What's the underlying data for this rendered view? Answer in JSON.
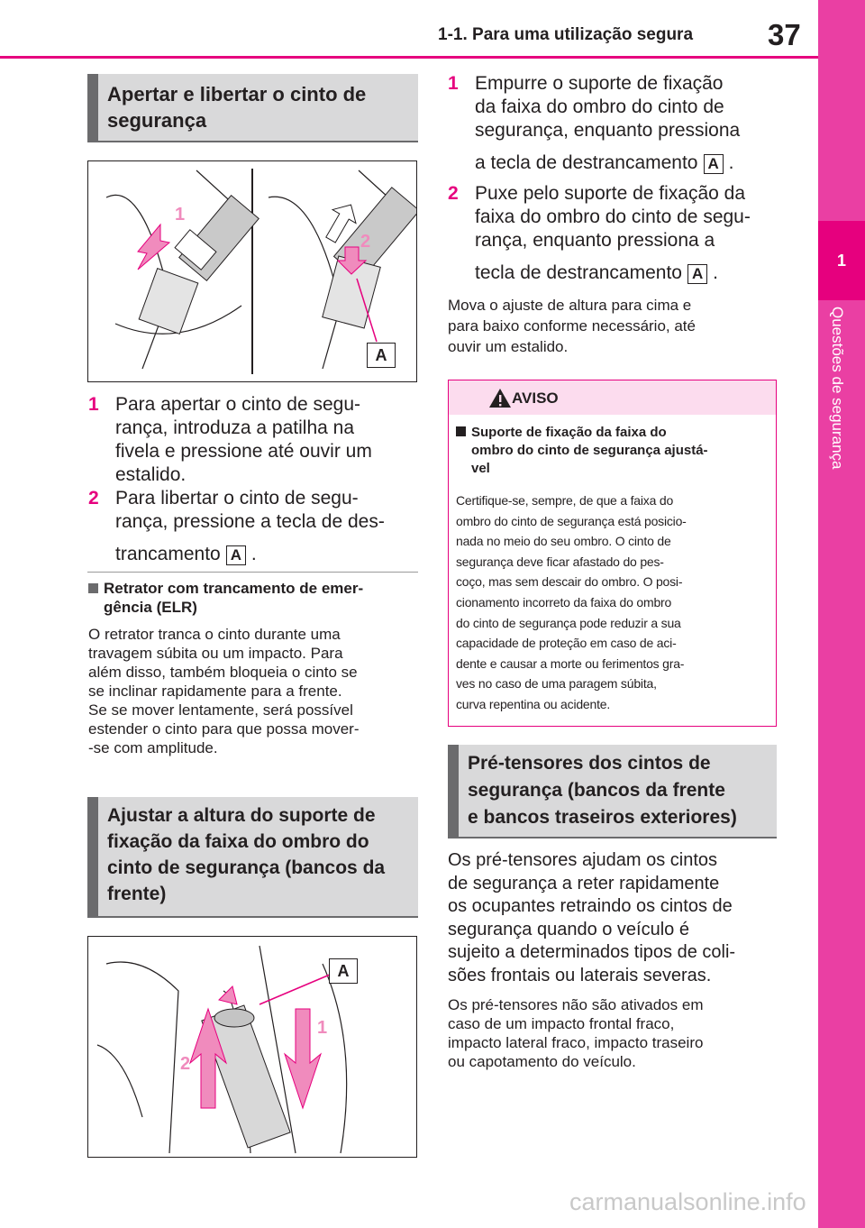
{
  "header": {
    "section_title": "1-1. Para uma utilização segura",
    "page_number": "37"
  },
  "side_tab": {
    "chapter_number": "1",
    "chapter_title": "Questões de segurança",
    "color": "#ea3fa3"
  },
  "left": {
    "section1": {
      "title_line1": "Apertar e libertar o cinto de",
      "title_line2": "segurança",
      "figure": {
        "callout_1": "1",
        "callout_2": "2",
        "callout_A": "A"
      },
      "steps": [
        {
          "num": "1",
          "lines": [
            "Para apertar o cinto de segu-",
            "rança, introduza a patilha na",
            "fivela e pressione até ouvir um",
            "estalido."
          ]
        },
        {
          "num": "2",
          "lines": [
            "Para libertar o cinto de segu-",
            "rança, pressione a tecla de des-",
            "trancamento"
          ],
          "key": "A",
          "end": "."
        }
      ],
      "subsection": {
        "title_line1": "Retrator com trancamento de emer-",
        "title_line2": "gência (ELR)",
        "body": [
          "O retrator tranca o cinto durante uma",
          "travagem súbita ou um impacto. Para",
          "além disso, também bloqueia o cinto se",
          "se inclinar rapidamente para a frente.",
          "Se se mover lentamente, será possível",
          "estender o cinto para que possa mover-",
          "-se com amplitude."
        ]
      }
    },
    "section2": {
      "title_lines": [
        "Ajustar a altura do suporte de",
        "fixação da faixa do ombro do",
        "cinto de segurança (bancos da",
        "frente)"
      ],
      "figure": {
        "callout_1": "1",
        "callout_2": "2",
        "callout_A": "A"
      }
    }
  },
  "right": {
    "steps": [
      {
        "num": "1",
        "lines": [
          "Empurre o suporte de fixação",
          "da faixa do ombro do cinto de",
          "segurança, enquanto pressiona",
          "a tecla de destrancamento"
        ],
        "key": "A",
        "end": "."
      },
      {
        "num": "2",
        "lines": [
          "Puxe pelo suporte de fixação da",
          "faixa do ombro do cinto de segu-",
          "rança, enquanto pressiona a",
          "tecla de destrancamento"
        ],
        "key": "A",
        "end": "."
      }
    ],
    "note": [
      "Mova o ajuste de altura para cima e",
      "para baixo conforme necessário, até",
      "ouvir um estalido."
    ],
    "warning": {
      "title": "AVISO",
      "subtitle_lines": [
        "Suporte de fixação da faixa do",
        "ombro do cinto de segurança ajustá-",
        "vel"
      ],
      "body": [
        "Certifique-se, sempre, de que a faixa do",
        "ombro do cinto de segurança está posicio-",
        "nada no meio do seu ombro. O cinto de",
        "segurança deve ficar afastado do pes-",
        "coço, mas sem descair do ombro. O posi-",
        "cionamento incorreto da faixa do ombro",
        "do cinto de segurança pode reduzir a sua",
        "capacidade de proteção em caso de aci-",
        "dente e causar a morte ou ferimentos gra-",
        "ves no caso de uma paragem súbita,",
        "curva repentina ou acidente."
      ]
    },
    "section3": {
      "title_lines": [
        "Pré-tensores dos cintos de",
        "segurança (bancos da frente",
        "e bancos traseiros exteriores)"
      ],
      "body_large": [
        "Os pré-tensores ajudam os cintos",
        "de segurança a reter rapidamente",
        "os ocupantes retraindo os cintos de",
        "segurança quando o veículo é",
        "sujeito a determinados tipos de coli-",
        "sões frontais ou laterais severas."
      ],
      "body_small": [
        "Os pré-tensores não são ativados em",
        "caso de um impacto frontal fraco,",
        "impacto lateral fraco, impacto traseiro",
        "ou capotamento do veículo."
      ]
    }
  },
  "footer": {
    "watermark": "carmanualsonline.info"
  },
  "colors": {
    "accent": "#e6007e",
    "heading_bg": "#d9d9da",
    "heading_bar": "#6b6b6d"
  }
}
